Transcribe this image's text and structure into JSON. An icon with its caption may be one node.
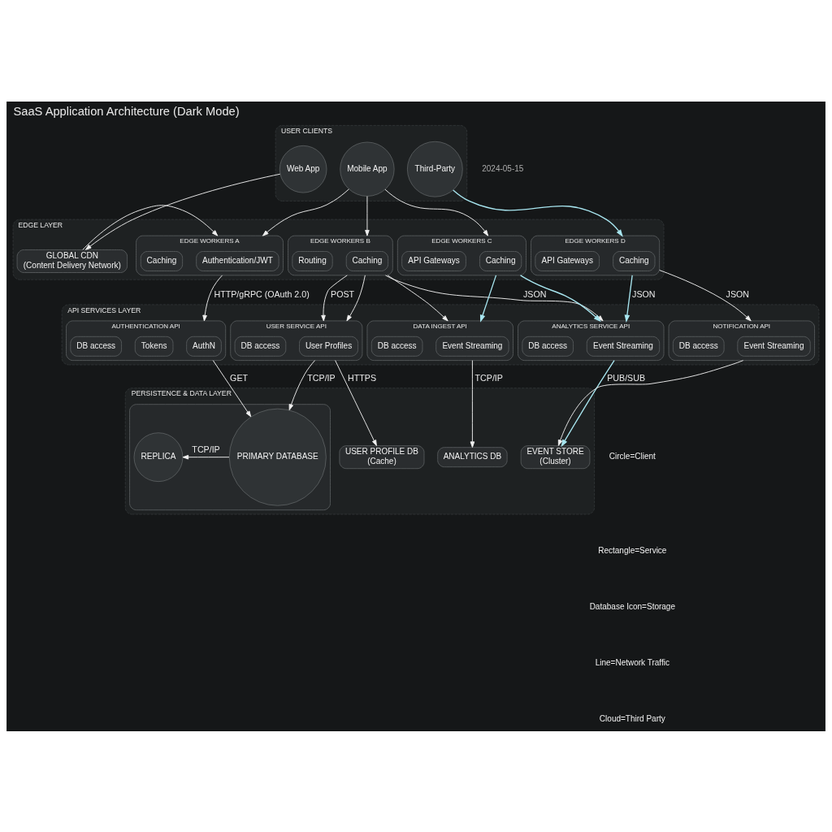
{
  "diagram": {
    "title": "SaaS Application Architecture (Dark Mode)",
    "nodes": [
      {
        "text": [
          "USER CLIENTS"
        ]
      },
      {
        "text": [
          "Web App"
        ],
        "in": 0
      },
      {
        "text": [
          "Mobile App"
        ],
        "in": 0
      },
      {
        "text": [
          "Third-Party"
        ],
        "in": 0
      },
      {
        "text": [
          "EDGE LAYER"
        ]
      },
      {
        "text": [
          "GLOBAL CDN",
          "(Content Delivery Network)"
        ],
        "in": 4
      },
      {
        "text": [
          "EDGE WORKERS A"
        ],
        "in": 4
      },
      {
        "text": [
          "Authentication/JWT"
        ],
        "in": 6
      },
      {
        "text": [
          "Caching"
        ],
        "in": 6
      },
      {
        "text": [
          "EDGE WORKERS B"
        ],
        "in": 4
      },
      {
        "text": [
          "Caching"
        ],
        "in": 9
      },
      {
        "text": [
          "Routing"
        ],
        "in": 9
      },
      {
        "text": [
          "EDGE WORKERS C"
        ],
        "in": 4
      },
      {
        "text": [
          "Caching"
        ],
        "in": 12
      },
      {
        "text": [
          "API Gateways"
        ],
        "in": 12
      },
      {
        "text": [
          "EDGE WORKERS D"
        ],
        "in": 4
      },
      {
        "text": [
          "Caching"
        ],
        "in": 15
      },
      {
        "text": [
          "API Gateways"
        ],
        "in": 15
      },
      {
        "text": [
          "API SERVICES LAYER"
        ]
      },
      {
        "text": [
          "AUTHENTICATION API"
        ],
        "in": 18
      },
      {
        "text": [
          "AuthN"
        ],
        "in": 19
      },
      {
        "text": [
          "Tokens"
        ],
        "in": 19
      },
      {
        "text": [
          "DB access"
        ],
        "in": 19
      },
      {
        "text": [
          "USER SERVICE API"
        ],
        "in": 18
      },
      {
        "text": [
          "User Profiles"
        ],
        "in": 23
      },
      {
        "text": [
          "DB access"
        ],
        "in": 23
      },
      {
        "text": [
          "DATA INGEST API"
        ],
        "in": 18
      },
      {
        "text": [
          "Event Streaming"
        ],
        "in": 26
      },
      {
        "text": [
          "DB access"
        ],
        "in": 26
      },
      {
        "text": [
          "ANALYTICS SERVICE API"
        ],
        "in": 18
      },
      {
        "text": [
          "Event Streaming"
        ],
        "in": 29
      },
      {
        "text": [
          "DB access"
        ],
        "in": 29
      },
      {
        "text": [
          "NOTIFICATION API"
        ],
        "in": 18
      },
      {
        "text": [
          "Event Streaming"
        ],
        "in": 32
      },
      {
        "text": [
          "DB access"
        ],
        "in": 32
      },
      {
        "text": [
          "PERSISTENCE & DATA LAYER"
        ]
      },
      {
        "text": [],
        "shape": "box",
        "in": 35
      },
      {
        "text": [
          "PRIMARY DATABASE"
        ],
        "in": 36
      },
      {
        "text": [
          "REPLICA"
        ],
        "in": 36
      },
      {
        "text": [
          "USER PROFILE DB",
          "(Cache)"
        ],
        "in": 35
      },
      {
        "text": [
          "ANALYTICS DB"
        ],
        "in": 35
      },
      {
        "text": [
          "EVENT STORE",
          "(Cluster)"
        ],
        "in": 35
      }
    ],
    "edges": [
      {
        "from": 1,
        "to": 5,
        "arrow": "to"
      },
      {
        "from": 2,
        "to": 6,
        "arrow": "to"
      },
      {
        "from": 2,
        "to": 9,
        "arrow": "to"
      },
      {
        "from": 2,
        "to": 12,
        "arrow": "to"
      },
      {
        "from": 3,
        "to": 15,
        "arrow": "to",
        "color": "#a8e6f0"
      },
      {
        "from": 5,
        "to": 6,
        "arrow": "to"
      },
      {
        "from": 6,
        "to": 19,
        "arrow": "to",
        "label": "HTTP/gRPC (OAuth 2.0)"
      },
      {
        "from": 9,
        "to": 23,
        "arrow": "to",
        "label": "POST"
      },
      {
        "from": 9,
        "to": 23,
        "arrow": "to"
      },
      {
        "from": 9,
        "to": 26,
        "arrow": "to"
      },
      {
        "from": 9,
        "to": 29,
        "arrow": "to",
        "label": "JSON"
      },
      {
        "from": 12,
        "to": 26,
        "arrow": "to",
        "color": "#a8e6f0"
      },
      {
        "from": 12,
        "to": 29,
        "arrow": "to",
        "color": "#a8e6f0"
      },
      {
        "from": 15,
        "to": 29,
        "arrow": "to",
        "label": "JSON",
        "color": "#a8e6f0"
      },
      {
        "from": 15,
        "to": 32,
        "arrow": "to",
        "label": "JSON"
      },
      {
        "from": 19,
        "to": 37,
        "arrow": "to",
        "label": "GET"
      },
      {
        "from": 23,
        "to": 37,
        "arrow": "to",
        "label": "TCP/IP"
      },
      {
        "from": 23,
        "to": 39,
        "arrow": "to",
        "label": "HTTPS"
      },
      {
        "from": 26,
        "to": 40,
        "arrow": "to",
        "label": "TCP/IP"
      },
      {
        "from": 29,
        "to": 41,
        "arrow": "to",
        "label": "PUB/SUB",
        "color": "#a8e6f0"
      },
      {
        "from": 32,
        "to": 41,
        "arrow": "to"
      },
      {
        "from": 37,
        "to": 38,
        "arrow": "to",
        "label": "TCP/IP"
      }
    ],
    "labels": [
      "2024-05-15"
    ],
    "legend": [
      {
        "text": "Circle=Client"
      },
      {
        "text": "Rectangle=Service"
      },
      {
        "text": "Database Icon=Storage"
      },
      {
        "text": "Line=Network Traffic"
      },
      {
        "text": "Cloud=Third Party"
      }
    ]
  }
}
